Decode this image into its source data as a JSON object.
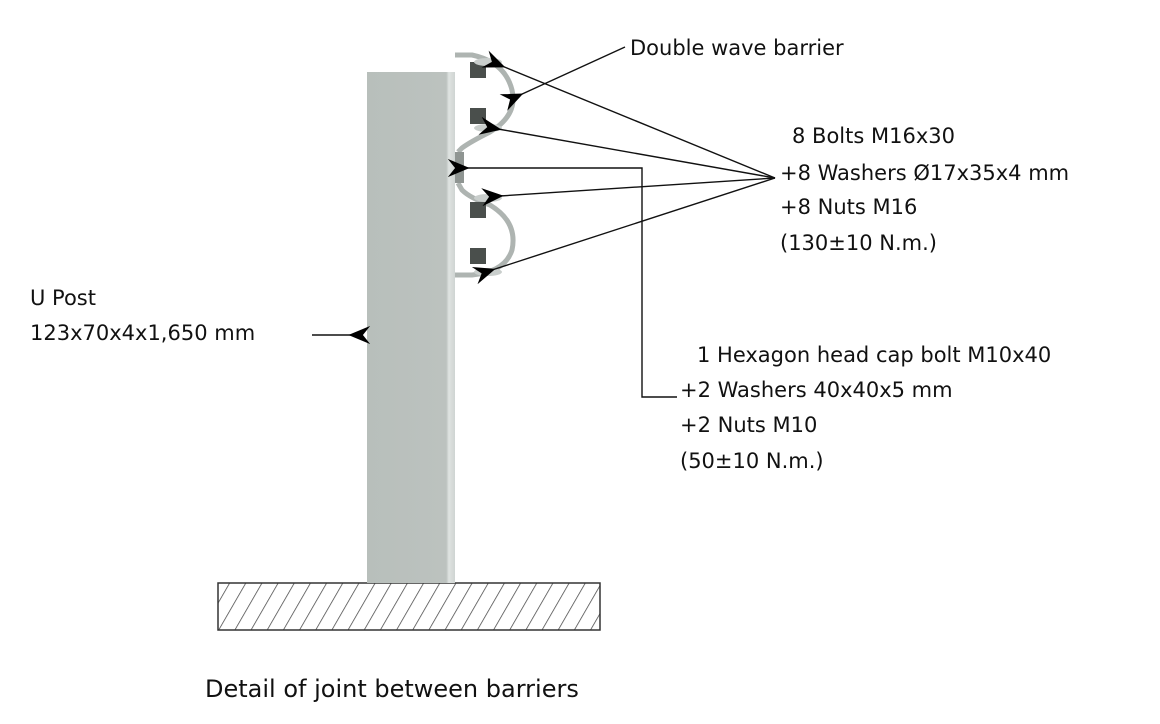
{
  "labels": {
    "barrier": "Double wave barrier",
    "bolts": [
      "8 Bolts M16x30",
      "+8  Washers Ø17x35x4 mm",
      "+8  Nuts M16",
      "(130±10 N.m.)"
    ],
    "post": [
      "U Post",
      "123x70x4x1,650 mm"
    ],
    "hex_bolt": [
      "1 Hexagon head cap bolt M10x40",
      "+2  Washers 40x40x5 mm",
      "+2  Nuts M10",
      "(50±10 N.m.)"
    ],
    "caption": "Detail of joint between barriers"
  },
  "colors": {
    "post": "#b9bfbc",
    "ground_hatch": "#444444"
  }
}
